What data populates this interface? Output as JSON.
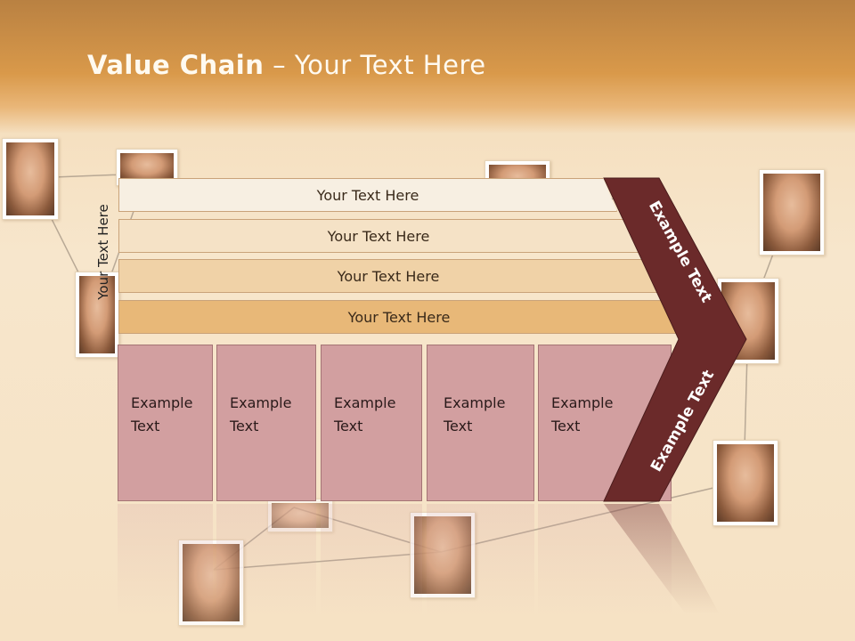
{
  "slide": {
    "title_bold": "Value Chain",
    "title_rest": " – Your Text Here",
    "side_label": "Your Text Here",
    "bars": [
      "Your Text Here",
      "Your Text Here",
      "Your Text Here",
      "Your Text Here"
    ],
    "boxes": [
      {
        "line1": "Example",
        "line2": "Text"
      },
      {
        "line1": "Example",
        "line2": "Text"
      },
      {
        "line1": "Example",
        "line2": "Text"
      },
      {
        "line1": "Example",
        "line2": "Text"
      },
      {
        "line1": "Example",
        "line2": "Text"
      }
    ],
    "chevron_top": "Example Text",
    "chevron_bottom": "Example Text"
  },
  "colors": {
    "bar1": "#f7efe2",
    "bar2": "#f5e2c6",
    "bar3": "#f0d2a7",
    "bar4": "#e8b878",
    "box": "#d29fa0",
    "chevron": "#6b2a2a"
  }
}
